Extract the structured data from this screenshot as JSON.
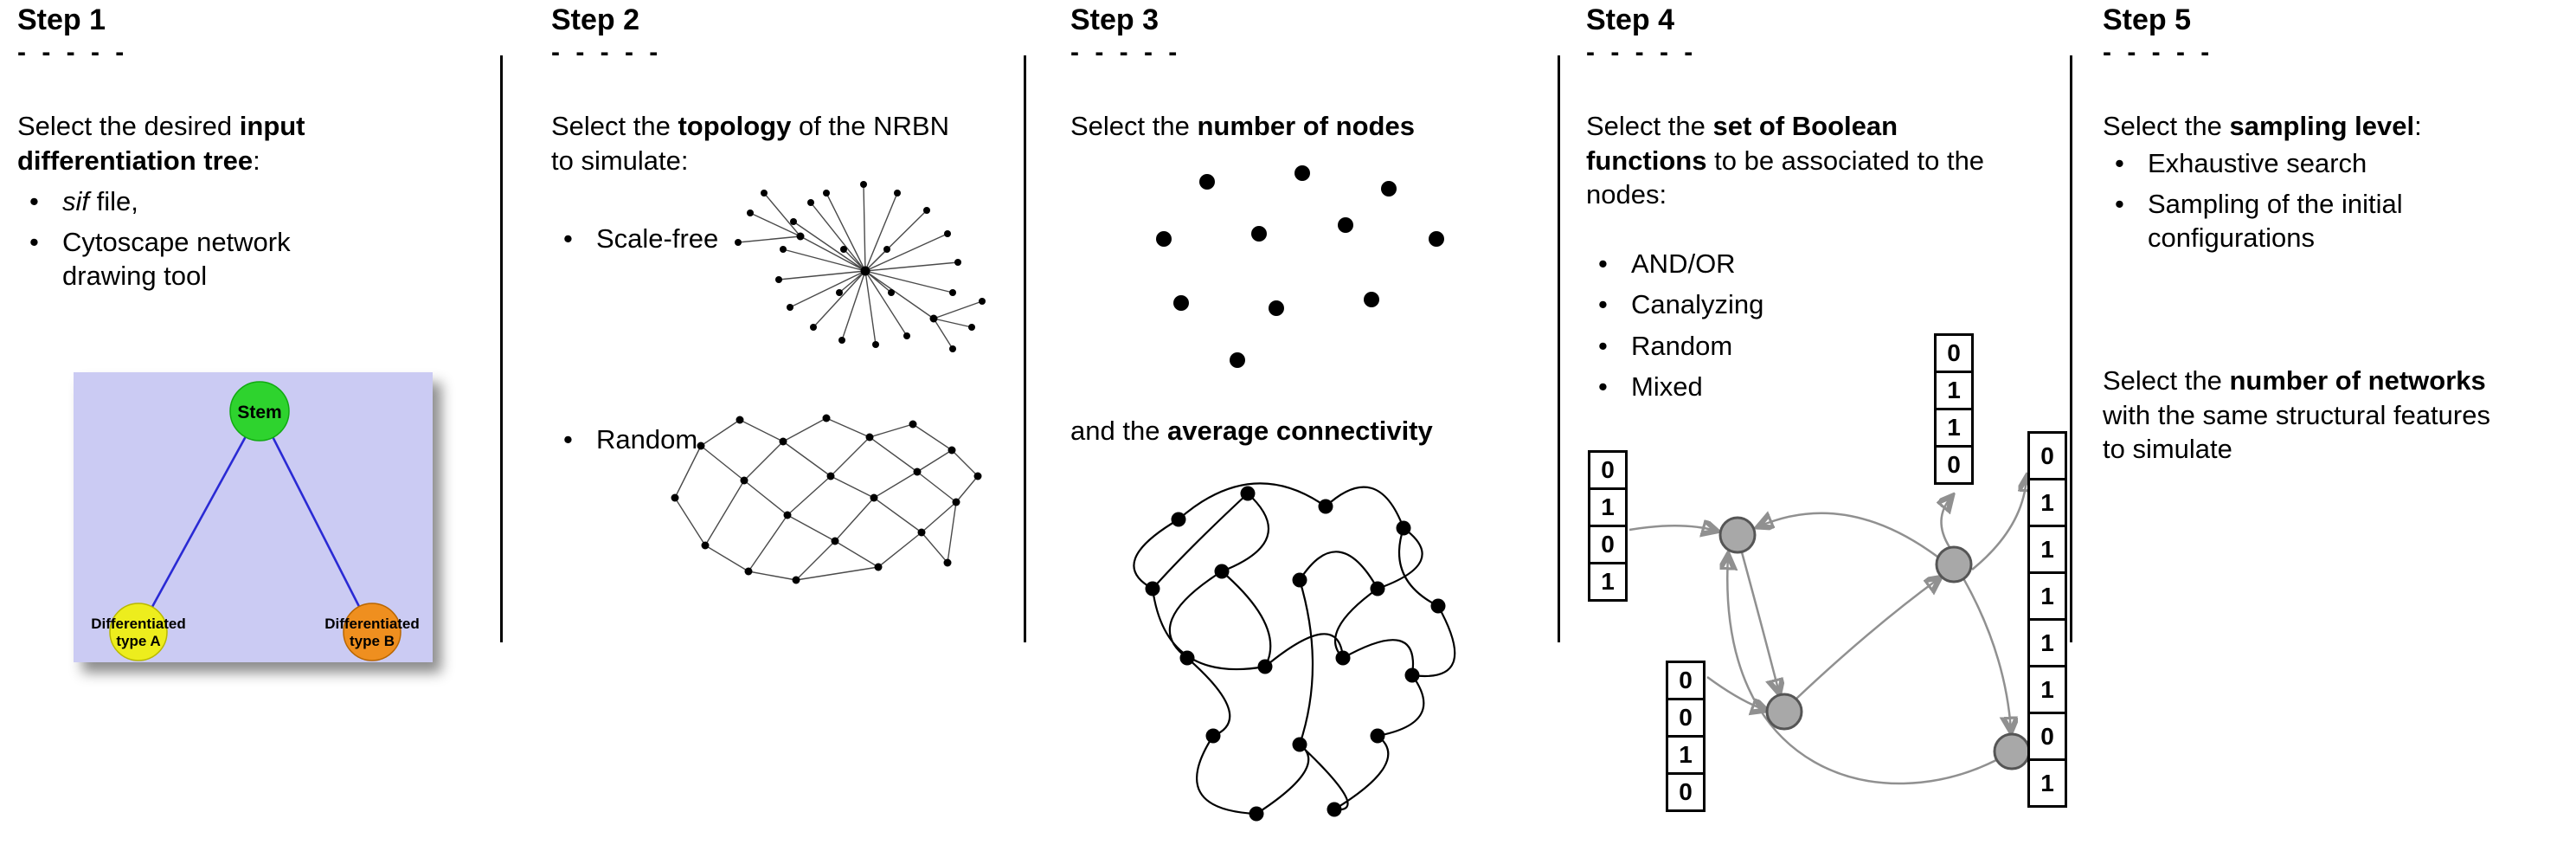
{
  "step1": {
    "title": "Step 1",
    "dashes": "- - - - -",
    "intro": {
      "pre": "Select the desired ",
      "bold": "input differentiation tree",
      "post": ":"
    },
    "bullet1": {
      "italic": "sif",
      "rest": " file,"
    },
    "bullet2": "Cytoscape network drawing tool",
    "tree": {
      "stem_label": "Stem",
      "type_a_line1": "Differentiated",
      "type_a_line2": "type A",
      "type_b_line1": "Differentiated",
      "type_b_line2": "type B",
      "colors": {
        "panel_background": "#cbcbf3",
        "stem_fill": "#2ed32e",
        "type_a_fill": "#eded1d",
        "type_b_fill": "#ef8f1f",
        "edge_blue": "#2a2ad4"
      }
    }
  },
  "step2": {
    "title": "Step 2",
    "dashes": "- - - - -",
    "intro": {
      "pre": "Select the ",
      "bold": "topology",
      "post": " of the NRBN to simulate:"
    },
    "bullet1": "Scale-free",
    "bullet2": "Random"
  },
  "step3": {
    "title": "Step 3",
    "dashes": "- - - - -",
    "intro": {
      "pre": "Select the ",
      "bold": "number of nodes",
      "post": ""
    },
    "connectivity": {
      "pre": "and the ",
      "bold": "average connectivity",
      "post": ""
    }
  },
  "step4": {
    "title": "Step 4",
    "dashes": "- - - - -",
    "intro": {
      "pre": "Select the ",
      "bold": "set of Boolean functions",
      "post": " to be associated to the nodes:"
    },
    "bullets": [
      "AND/OR",
      "Canalyzing",
      "Random",
      "Mixed"
    ],
    "truth_tables": {
      "left": [
        "0",
        "1",
        "0",
        "1"
      ],
      "top": [
        "0",
        "1",
        "1",
        "0"
      ],
      "right": [
        "0",
        "1",
        "1",
        "1",
        "1",
        "1",
        "0",
        "1"
      ],
      "bottom": [
        "0",
        "0",
        "1",
        "0"
      ]
    },
    "colors": {
      "node_fill": "#a8a8a8",
      "arrow": "#909090"
    }
  },
  "step5": {
    "title": "Step 5",
    "dashes": "- - - - -",
    "intro": {
      "pre": "Select the ",
      "bold": "sampling level",
      "post": ":"
    },
    "bullet1": "Exhaustive search",
    "bullet2": "Sampling of the initial configurations",
    "networks": {
      "pre": "Select the ",
      "bold": "number of networks",
      "post": " with the same structural features to simulate"
    }
  }
}
